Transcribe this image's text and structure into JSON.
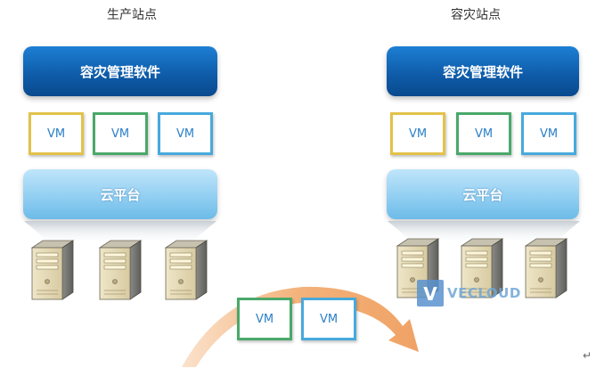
{
  "production_site": {
    "title": "生产站点",
    "dr_software": "容灾管理软件",
    "vms": [
      "VM",
      "VM",
      "VM"
    ],
    "cloud_platform": "云平台"
  },
  "dr_site": {
    "title": "容灾站点",
    "dr_software": "容灾管理软件",
    "vms": [
      "VM",
      "VM",
      "VM"
    ],
    "cloud_platform": "云平台"
  },
  "migration_vms": [
    "VM",
    "VM"
  ],
  "watermark": {
    "text": "VECLOUD",
    "logo_letter": "V"
  },
  "return_mark": "↵",
  "colors": {
    "dr_box": "#0e5aa7",
    "cloud_box": "#8ecdf1",
    "vm_yellow_border": "#e3c24a",
    "vm_green_border": "#4aa86a",
    "vm_blue_border": "#48a9dc",
    "arrow": "#f3b27a"
  }
}
